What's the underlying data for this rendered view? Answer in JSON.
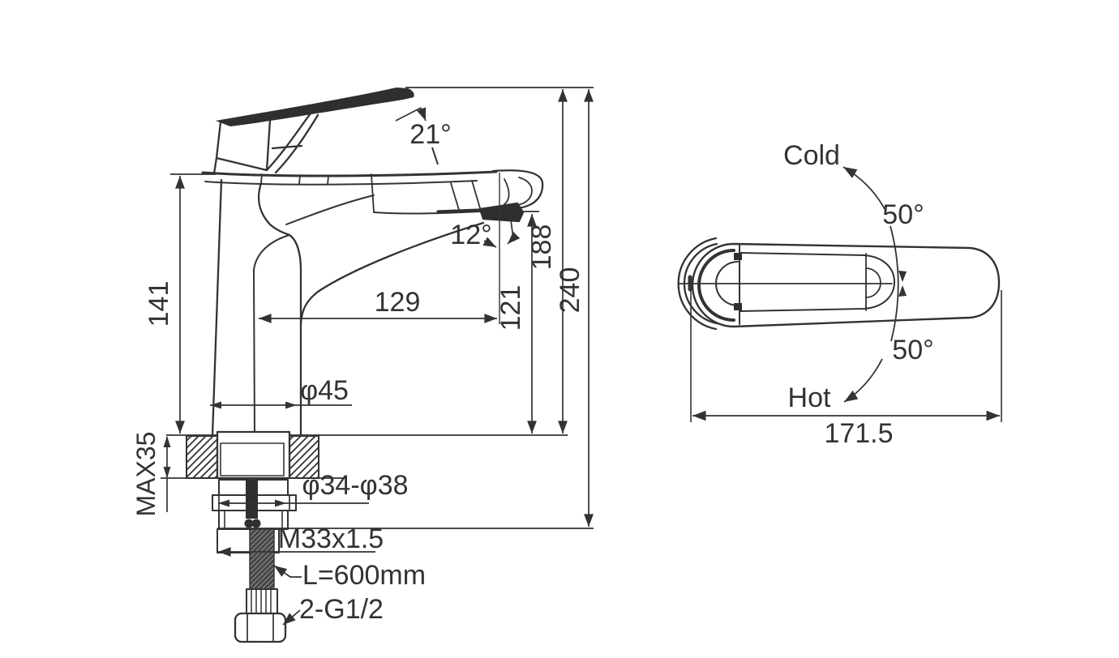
{
  "drawing_title": "basin faucet dimensional drawing",
  "colors": {
    "line": "#333333",
    "background": "#ffffff",
    "fill_dark": "#2f2f2f"
  },
  "side_view": {
    "angles": {
      "handle_open": "21°",
      "spout_tilt": "12°"
    },
    "dimensions": {
      "body_height": "141",
      "spout_reach": "129",
      "outlet_height": "121",
      "deck_to_top": "188",
      "overall_height": "240",
      "body_diameter": "φ45",
      "deck_max_thickness": "MAX35",
      "mounting_hole": "φ34-φ38",
      "thread_spec": "M33x1.5",
      "hose_length": "L=600mm",
      "hose_connection": "2-G1/2"
    }
  },
  "top_view": {
    "labels": {
      "cold": "Cold",
      "hot": "Hot"
    },
    "angles": {
      "cold_swing": "50°",
      "hot_swing": "50°"
    },
    "dimensions": {
      "handle_length": "171.5"
    }
  }
}
